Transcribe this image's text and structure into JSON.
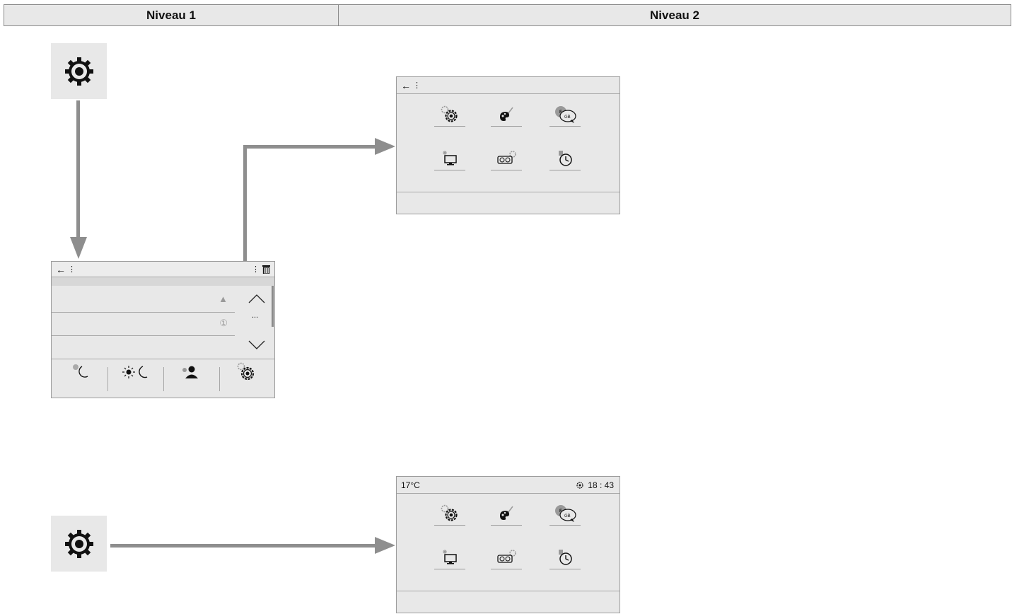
{
  "header": {
    "col1": "Niveau 1",
    "col2": "Niveau 2"
  },
  "niveau1_screen": {
    "top_left_icons": [
      "back-arrow-icon",
      "dots-icon"
    ],
    "top_right_icons": [
      "dots-icon",
      "trash-icon"
    ],
    "rows": [
      {
        "right_icon": "warning-triangle-icon"
      },
      {
        "right_icon": "info-circle-icon"
      },
      {
        "right_icon": ""
      }
    ],
    "scroll_ellipsis": "...",
    "bottom_icons": [
      "moon-settings-icon",
      "day-night-icon",
      "profile-icon",
      "settings-icon"
    ]
  },
  "niveau2_screen_top": {
    "top_left_icons": [
      "back-arrow-icon",
      "dots-icon"
    ],
    "grid_icons": [
      "settings-icon",
      "palette-icon",
      "language-icon",
      "display-icon",
      "units-icon",
      "clock-icon"
    ],
    "language_badge_top": "F",
    "language_badge_bottom": "GB"
  },
  "niveau2_screen_bottom": {
    "temperature": "17°C",
    "time": "18 : 43",
    "grid_icons": [
      "settings-icon",
      "palette-icon",
      "language-icon",
      "display-icon",
      "units-icon",
      "clock-icon"
    ],
    "language_badge_top": "F",
    "language_badge_bottom": "GB"
  },
  "colors": {
    "panel": "#e8e8e8",
    "connector": "#8e8e8e",
    "border": "#9c9c9c"
  }
}
